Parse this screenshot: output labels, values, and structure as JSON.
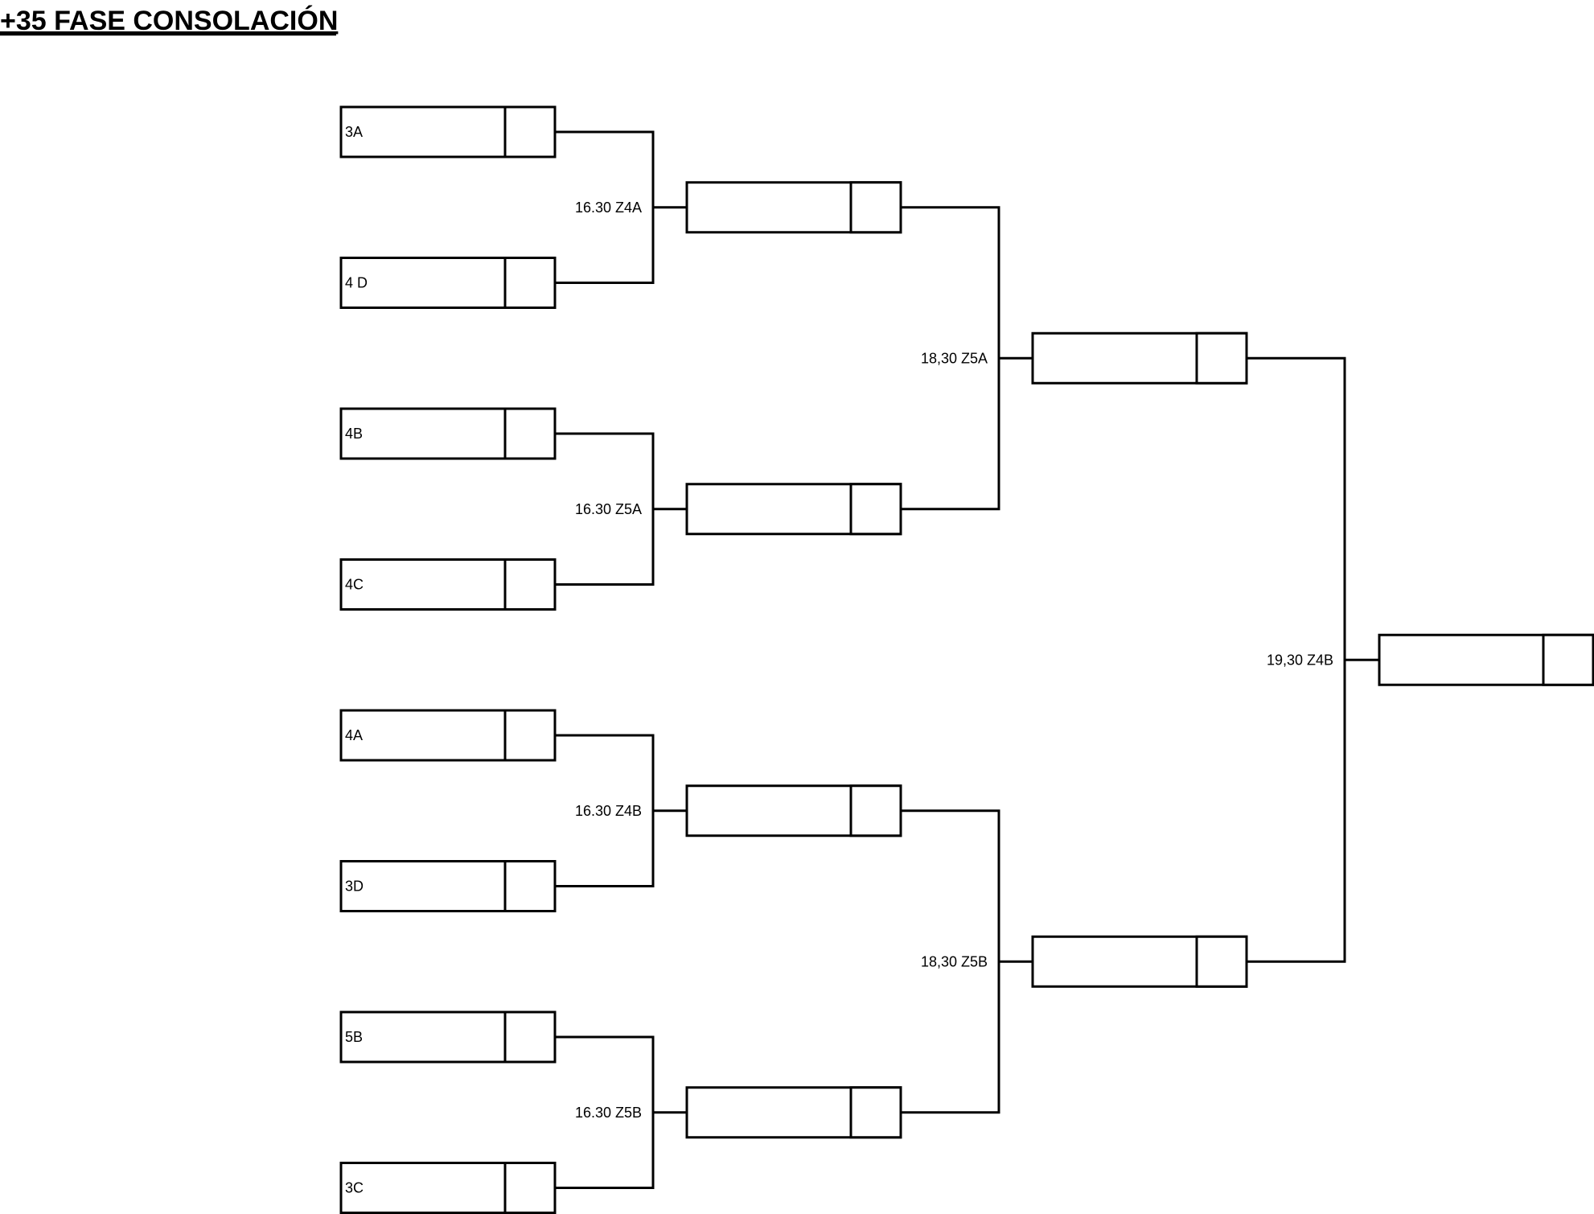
{
  "title": "+35 FASE CONSOLACIÓN",
  "rounds": [
    {
      "name": "round-1",
      "slots": [
        "3A",
        "4 D",
        "4B",
        "4C",
        "4A",
        "3D",
        "5B",
        "3C"
      ]
    },
    {
      "name": "round-2",
      "matches": [
        "16.30 Z4A",
        "16.30 Z5A",
        "16.30 Z4B",
        "16.30 Z5B"
      ],
      "slots": [
        "",
        "",
        "",
        ""
      ]
    },
    {
      "name": "round-3",
      "matches": [
        "18,30 Z5A",
        "18,30 Z5B"
      ],
      "slots": [
        "",
        ""
      ]
    },
    {
      "name": "final",
      "matches": [
        "19,30 Z4B"
      ],
      "slots": [
        ""
      ]
    }
  ]
}
